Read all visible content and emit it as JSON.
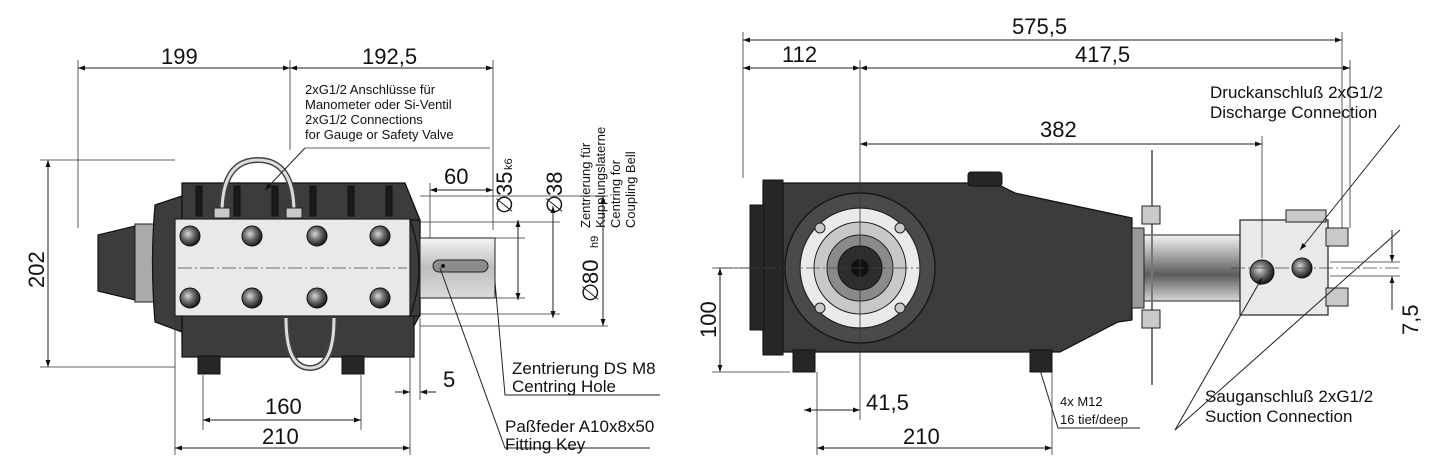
{
  "left_view": {
    "dim_199": "199",
    "dim_192_5": "192,5",
    "dim_202": "202",
    "dim_60": "60",
    "dim_35_main": "35",
    "dim_35_tol": "k6",
    "dim_38": "38",
    "dim_80_main": "80",
    "dim_80_tol": "h9",
    "dia_symbol": "∅",
    "dim_5": "5",
    "dim_160": "160",
    "dim_210": "210",
    "note_gauge_1": "2xG1/2 Anschlüsse für",
    "note_gauge_2": "Manometer oder Si-Ventil",
    "note_gauge_3": "2xG1/2 Connections",
    "note_gauge_4": "for Gauge or Safety Valve",
    "bell_1": "Zentrierung für",
    "bell_2": "Kupplungslaterne",
    "bell_3": "Centring for",
    "bell_4": "Coupling Bell",
    "centring_1": "Zentrierung DS M8",
    "centring_2": "Centring Hole",
    "key_1": "Paßfeder A10x8x50",
    "key_2": "Fitting Key"
  },
  "right_view": {
    "dim_575_5": "575,5",
    "dim_112": "112",
    "dim_417_5": "417,5",
    "dim_382": "382",
    "dim_100": "100",
    "dim_41_5": "41,5",
    "dim_210": "210",
    "dim_7_5": "7,5",
    "discharge_1": "Druckanschluß 2xG1/2",
    "discharge_2": "Discharge Connection",
    "suction_1": "Sauganschluß 2xG1/2",
    "suction_2": "Suction Connection",
    "bolt_1": "4x M12",
    "bolt_2": "16 tief/deep"
  }
}
